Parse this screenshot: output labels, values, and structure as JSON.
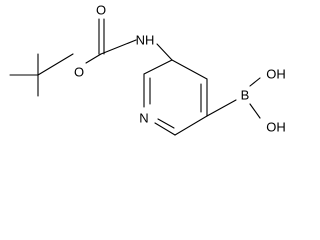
{
  "molecule": {
    "atoms": {
      "carbonyl_oxygen": "O",
      "ester_oxygen": "O",
      "amine": "NH",
      "ring_nitrogen": "N",
      "boron": "B",
      "hydroxyl_top": "OH",
      "hydroxyl_bottom": "OH"
    },
    "colors": {
      "bond": "#000000",
      "label": "#000000",
      "background": "#ffffff"
    }
  }
}
